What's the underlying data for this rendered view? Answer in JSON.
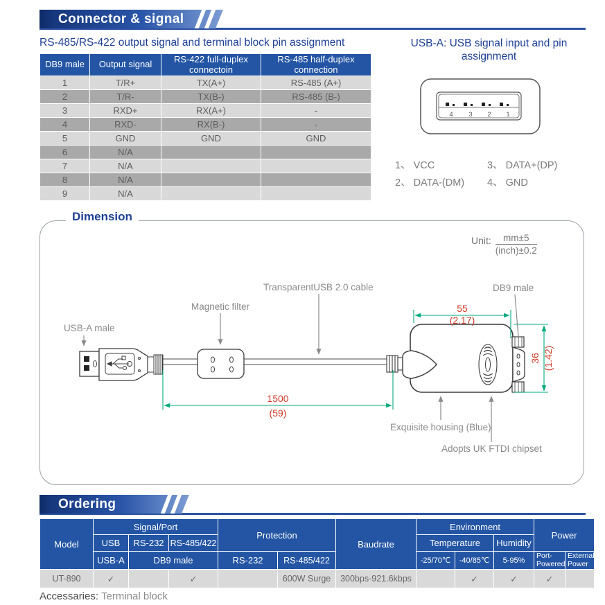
{
  "connector_section": {
    "banner_title": "Connector & signal",
    "left": {
      "title": "RS-485/RS-422 output signal and terminal block pin assignment",
      "table": {
        "headers": [
          "DB9 male",
          "Output signal",
          "RS-422 full-duplex connectoin",
          "RS-485 half-duplex connection"
        ],
        "rows": [
          [
            "1",
            "T/R+",
            "TX(A+)",
            "RS-485 (A+)"
          ],
          [
            "2",
            "T/R-",
            "TX(B-)",
            "RS-485 (B-)"
          ],
          [
            "3",
            "RXD+",
            "RX(A+)",
            "-"
          ],
          [
            "4",
            "RXD-",
            "RX(B-)",
            "-"
          ],
          [
            "5",
            "GND",
            "GND",
            "GND"
          ],
          [
            "6",
            "N/A",
            "",
            ""
          ],
          [
            "7",
            "N/A",
            "",
            ""
          ],
          [
            "8",
            "N/A",
            "",
            ""
          ],
          [
            "9",
            "N/A",
            "",
            ""
          ]
        ]
      }
    },
    "right": {
      "title_line1": "USB-A: USB signal input and pin",
      "title_line2": "assignment",
      "pin_numbers": [
        "4",
        "3",
        "2",
        "1"
      ],
      "pins": [
        {
          "num": "1、",
          "name": "VCC"
        },
        {
          "num": "2、",
          "name": "DATA-(DM)"
        },
        {
          "num": "3、",
          "name": "DATA+(DP)"
        },
        {
          "num": "4、",
          "name": "GND"
        }
      ]
    }
  },
  "dimension_section": {
    "title": "Dimension",
    "unit_label": "Unit:",
    "unit_numerator": "mm±5",
    "unit_denominator": "(inch)±0.2",
    "labels": {
      "usb": "USB-A male",
      "filter": "Magnetic filter",
      "cable": "TransparentUSB 2.0 cable",
      "db9": "DB9 male",
      "housing": "Exquisite housing (Blue)",
      "chipset": "Adopts UK FTDI chipset"
    },
    "dims": {
      "length_mm": "1500",
      "length_in": "(59)",
      "width_mm": "55",
      "width_in": "(2.17)",
      "height_mm": "36",
      "height_in": "(1.42)"
    }
  },
  "ordering_section": {
    "banner_title": "Ordering",
    "table": {
      "model": "Model",
      "signal_port": "Signal/Port",
      "usb": "USB",
      "rs232": "RS-232",
      "rs485422": "RS-485/422",
      "usba": "USB-A",
      "db9male": "DB9 male",
      "protection": "Protection",
      "prot_rs232": "RS-232",
      "prot_rs485422": "RS-485/422",
      "baudrate": "Baudrate",
      "environment": "Environment",
      "temperature": "Temperature",
      "humidity": "Humidity",
      "temp1": "-25/70℃",
      "temp2": "-40/85℃",
      "humidity_range": "5-95%",
      "power": "Power",
      "port_powered": "Port-Powered",
      "external_power": "External Power",
      "row": {
        "model": "UT-890",
        "usba_check": "✓",
        "rs232_val": "",
        "rs485_check": "✓",
        "prot_rs232_val": "",
        "prot_rs485_val": "600W Surge",
        "baudrate_val": "300bps-921.6kbps",
        "temp1_val": "",
        "temp2_check": "✓",
        "humidity_check": "✓",
        "port_powered_check": "✓",
        "external_power_val": ""
      }
    },
    "accessories_label": "Accessaries:",
    "accessories_value": "Terminal block"
  }
}
